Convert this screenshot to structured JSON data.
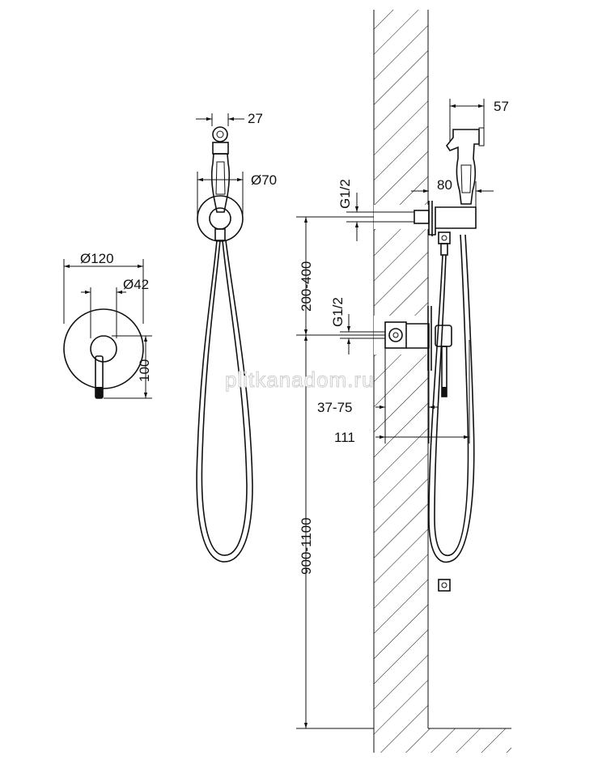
{
  "colors": {
    "line": "#111111",
    "background": "#ffffff",
    "watermark": "#cfcfcf"
  },
  "dimensions": {
    "d120": "Ø120",
    "d42": "Ø42",
    "h100": "100",
    "w27": "27",
    "d70": "Ø70",
    "w57": "57",
    "w80": "80",
    "g12_top": "G1/2",
    "g12_mid": "G1/2",
    "h200_400": "200-400",
    "d37_75": "37-75",
    "d111": "111",
    "h900_1100": "900-1100"
  },
  "watermark": "plitkanadom.ru"
}
